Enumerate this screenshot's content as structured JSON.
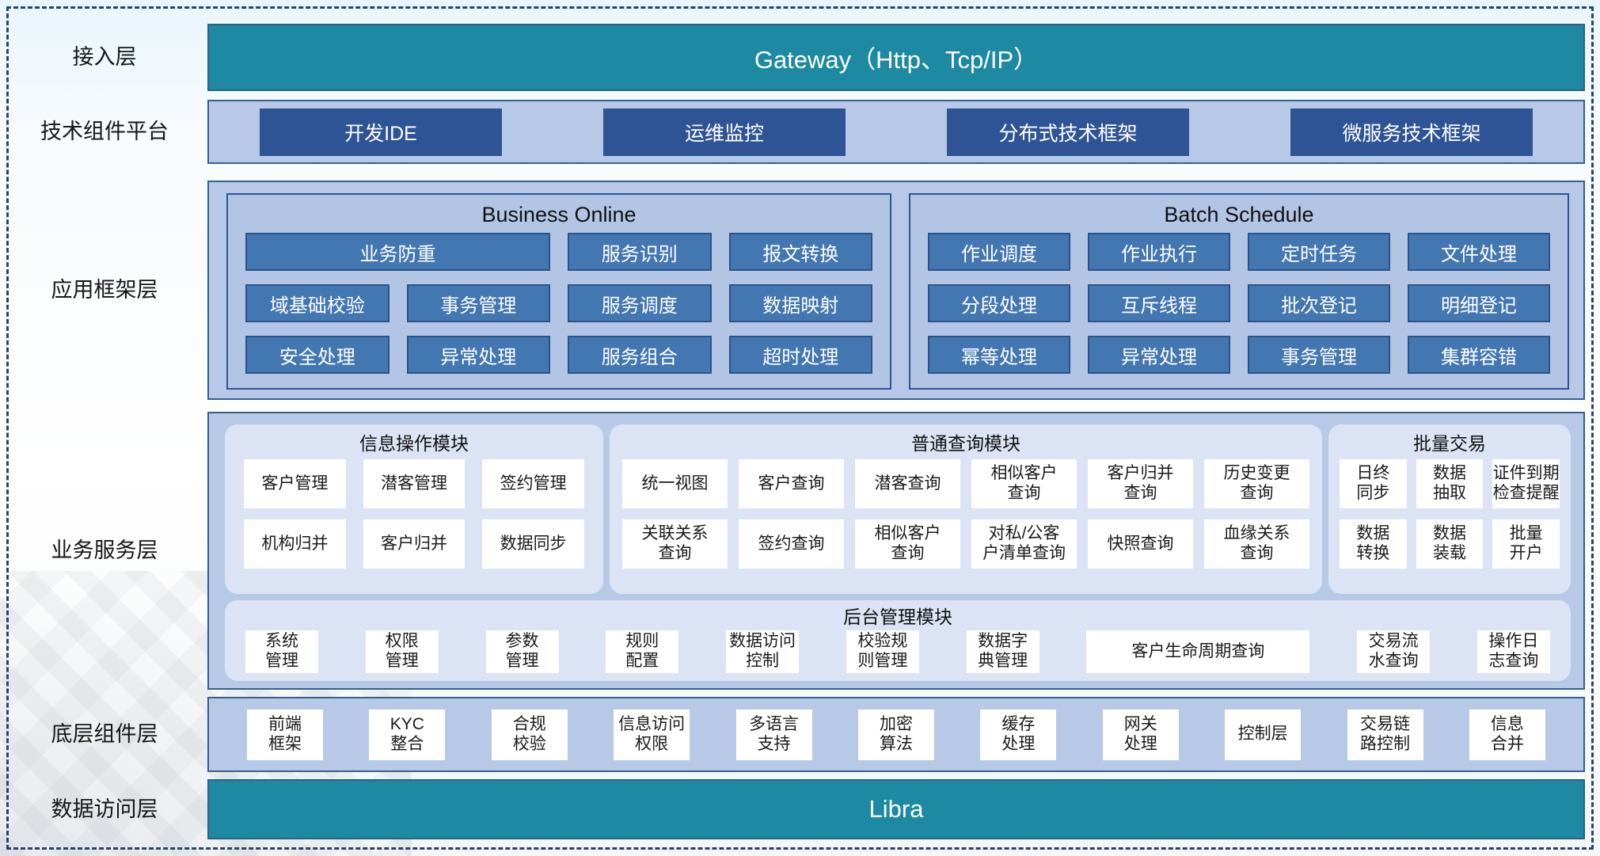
{
  "layers": [
    "接入层",
    "技术组件平台",
    "应用框架层",
    "业务服务层",
    "底层组件层",
    "数据访问层"
  ],
  "gateway": {
    "label": "Gateway（Http、Tcp/IP）"
  },
  "tech_platform": {
    "buttons": [
      "开发IDE",
      "运维监控",
      "分布式技术框架",
      "微服务技术框架"
    ]
  },
  "app_framework": {
    "business_online": {
      "title": "Business Online",
      "buttons": [
        {
          "label": "业务防重",
          "wide": true
        },
        "服务识别",
        "报文转换",
        "域基础校验",
        "事务管理",
        "服务调度",
        "数据映射",
        "安全处理",
        "异常处理",
        "服务组合",
        "超时处理"
      ]
    },
    "batch_schedule": {
      "title": "Batch Schedule",
      "buttons": [
        "作业调度",
        "作业执行",
        "定时任务",
        "文件处理",
        "分段处理",
        "互斥线程",
        "批次登记",
        "明细登记",
        "幂等处理",
        "异常处理",
        "事务管理",
        "集群容错"
      ]
    }
  },
  "business_service": {
    "info_ops": {
      "title": "信息操作模块",
      "buttons": [
        "客户管理",
        "潜客管理",
        "签约管理",
        "机构归并",
        "客户归并",
        "数据同步"
      ]
    },
    "query": {
      "title": "普通查询模块",
      "buttons": [
        "统一视图",
        "客户查询",
        "潜客查询",
        "相似客户\n查询",
        "客户归并\n查询",
        "历史变更\n查询",
        "关联关系\n查询",
        "签约查询",
        "相似客户\n查询",
        "对私/公客\n户清单查询",
        "快照查询",
        "血缘关系\n查询"
      ]
    },
    "batch_trade": {
      "title": "批量交易",
      "buttons": [
        "日终\n同步",
        "数据\n抽取",
        "证件到期\n检查提醒",
        "数据\n转换",
        "数据\n装载",
        "批量\n开户"
      ]
    },
    "admin": {
      "title": "后台管理模块",
      "buttons": [
        "系统\n管理",
        "权限\n管理",
        "参数\n管理",
        "规则\n配置",
        "数据访问\n控制",
        "校验规\n则管理",
        "数据字\n典管理",
        {
          "label": "客户生命周期查询",
          "wide": true
        },
        "交易流\n水查询",
        "操作日\n志查询"
      ]
    }
  },
  "base_components": {
    "buttons": [
      "前端\n框架",
      "KYC\n整合",
      "合规\n校验",
      "信息访问\n权限",
      "多语言\n支持",
      "加密\n算法",
      "缓存\n处理",
      "网关\n处理",
      "控制层",
      "交易链\n路控制",
      "信息\n合并"
    ]
  },
  "data_access": {
    "label": "Libra"
  },
  "colors": {
    "teal": "#1d89a2",
    "navy_button": "#2f5496",
    "medium_blue_button": "#4377b1",
    "panel_fill": "#b7c9e6",
    "module_fill": "#dbe3f4",
    "panel_border": "#33608f",
    "dashed_border": "#26436e"
  }
}
